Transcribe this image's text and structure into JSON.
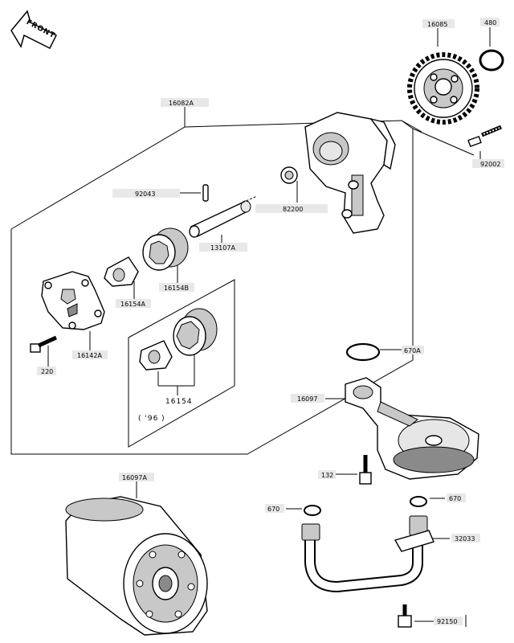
{
  "front_label": "FRONT",
  "parts": {
    "p16085": "16085",
    "p480": "480",
    "p16082A": "16082A",
    "p92043": "92043",
    "p82200": "82200",
    "p92002": "92002",
    "p13107A": "13107A",
    "p16154B": "16154B",
    "p16154A": "16154A",
    "p16142A": "16142A",
    "p220": "220",
    "p16154": "16154",
    "p96": "( '96 )",
    "p670A": "670A",
    "p16097": "16097",
    "p132": "132",
    "p16097A": "16097A",
    "p670_left": "670",
    "p670_right": "670",
    "p32033": "32033",
    "p92150": "92150"
  }
}
